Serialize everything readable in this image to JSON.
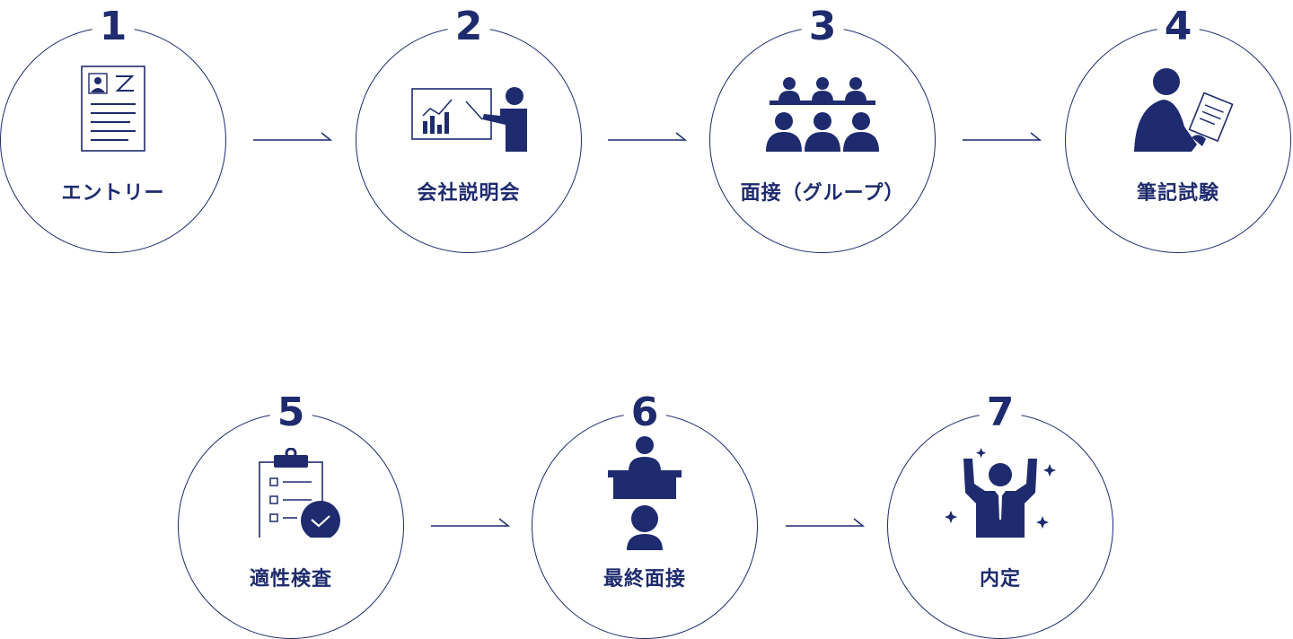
{
  "colors": {
    "primary": "#1e2b6e",
    "background": "#ffffff"
  },
  "steps": [
    {
      "number": "1",
      "label": "エントリー",
      "icon": "entry-sheet-icon"
    },
    {
      "number": "2",
      "label": "会社説明会",
      "icon": "presentation-icon"
    },
    {
      "number": "3",
      "label": "面接（グループ）",
      "icon": "group-interview-icon"
    },
    {
      "number": "4",
      "label": "筆記試験",
      "icon": "writing-exam-icon"
    },
    {
      "number": "5",
      "label": "適性検査",
      "icon": "clipboard-check-icon"
    },
    {
      "number": "6",
      "label": "最終面接",
      "icon": "final-interview-icon"
    },
    {
      "number": "7",
      "label": "内定",
      "icon": "celebration-icon"
    }
  ]
}
